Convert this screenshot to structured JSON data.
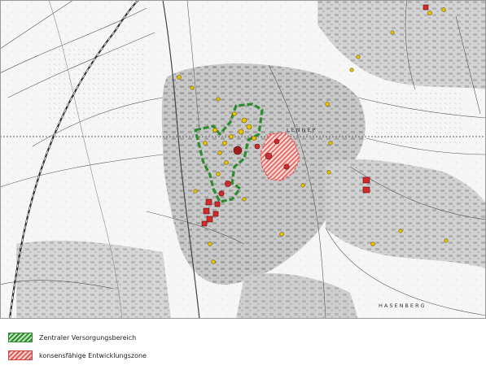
{
  "map": {
    "place_labels": [
      "LENNEP",
      "HASENBERG"
    ]
  },
  "legend": {
    "items": [
      {
        "label": "Zentraler Versorgungsbereich",
        "color": "#2e8b2e"
      },
      {
        "label": "konsensfähige Entwicklungszone",
        "color": "#d0403a"
      }
    ]
  },
  "colors": {
    "zone_green": "#2e8b2e",
    "zone_red": "#e04a45",
    "marker_yellow": "#e6c200",
    "marker_red": "#d42a2a",
    "marker_darkred": "#a01e1e"
  }
}
